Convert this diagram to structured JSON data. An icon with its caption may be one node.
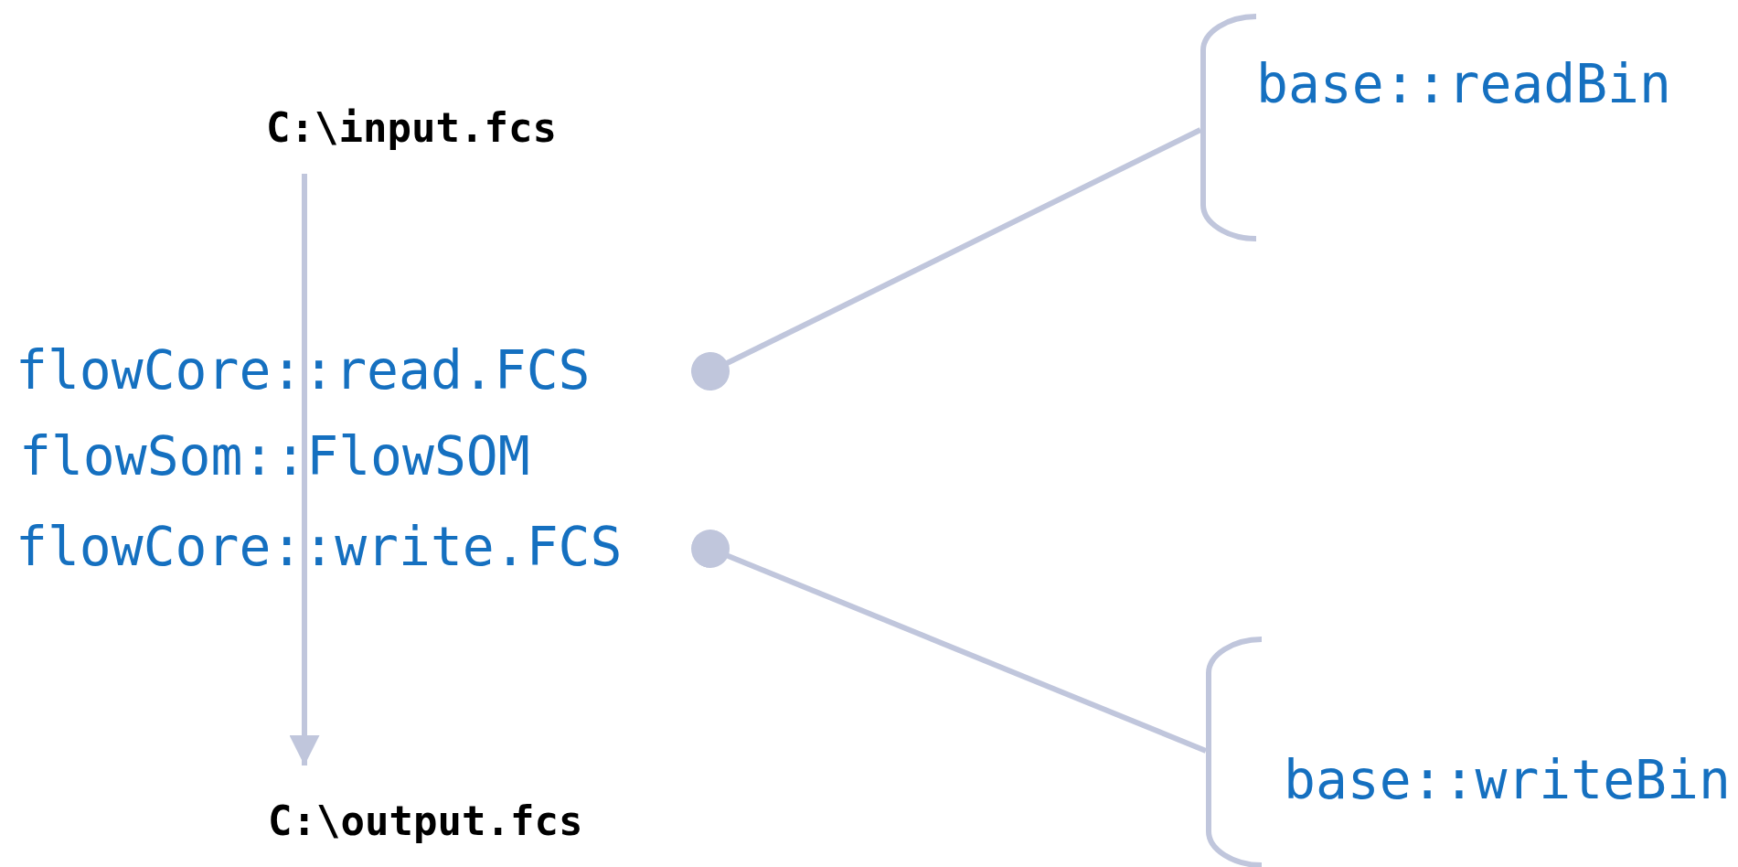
{
  "diagram": {
    "nodes": [
      {
        "text": [
          "C:\\input.fcs"
        ]
      },
      {
        "text": [
          "C:\\output.fcs"
        ]
      },
      {
        "text": [
          "flowCore::read.FCS"
        ]
      },
      {
        "text": [
          "flowSom::FlowSOM"
        ]
      },
      {
        "text": [
          "flowCore::write.FCS"
        ]
      },
      {
        "text": [
          "base::readBin"
        ]
      },
      {
        "text": [
          "base::writeBin"
        ]
      }
    ],
    "edges": [
      {
        "from": 0,
        "to": 1,
        "arrow": "to"
      },
      {
        "from": 2,
        "to": 5,
        "arrow": "other"
      },
      {
        "from": 4,
        "to": 6,
        "arrow": "other"
      }
    ]
  }
}
